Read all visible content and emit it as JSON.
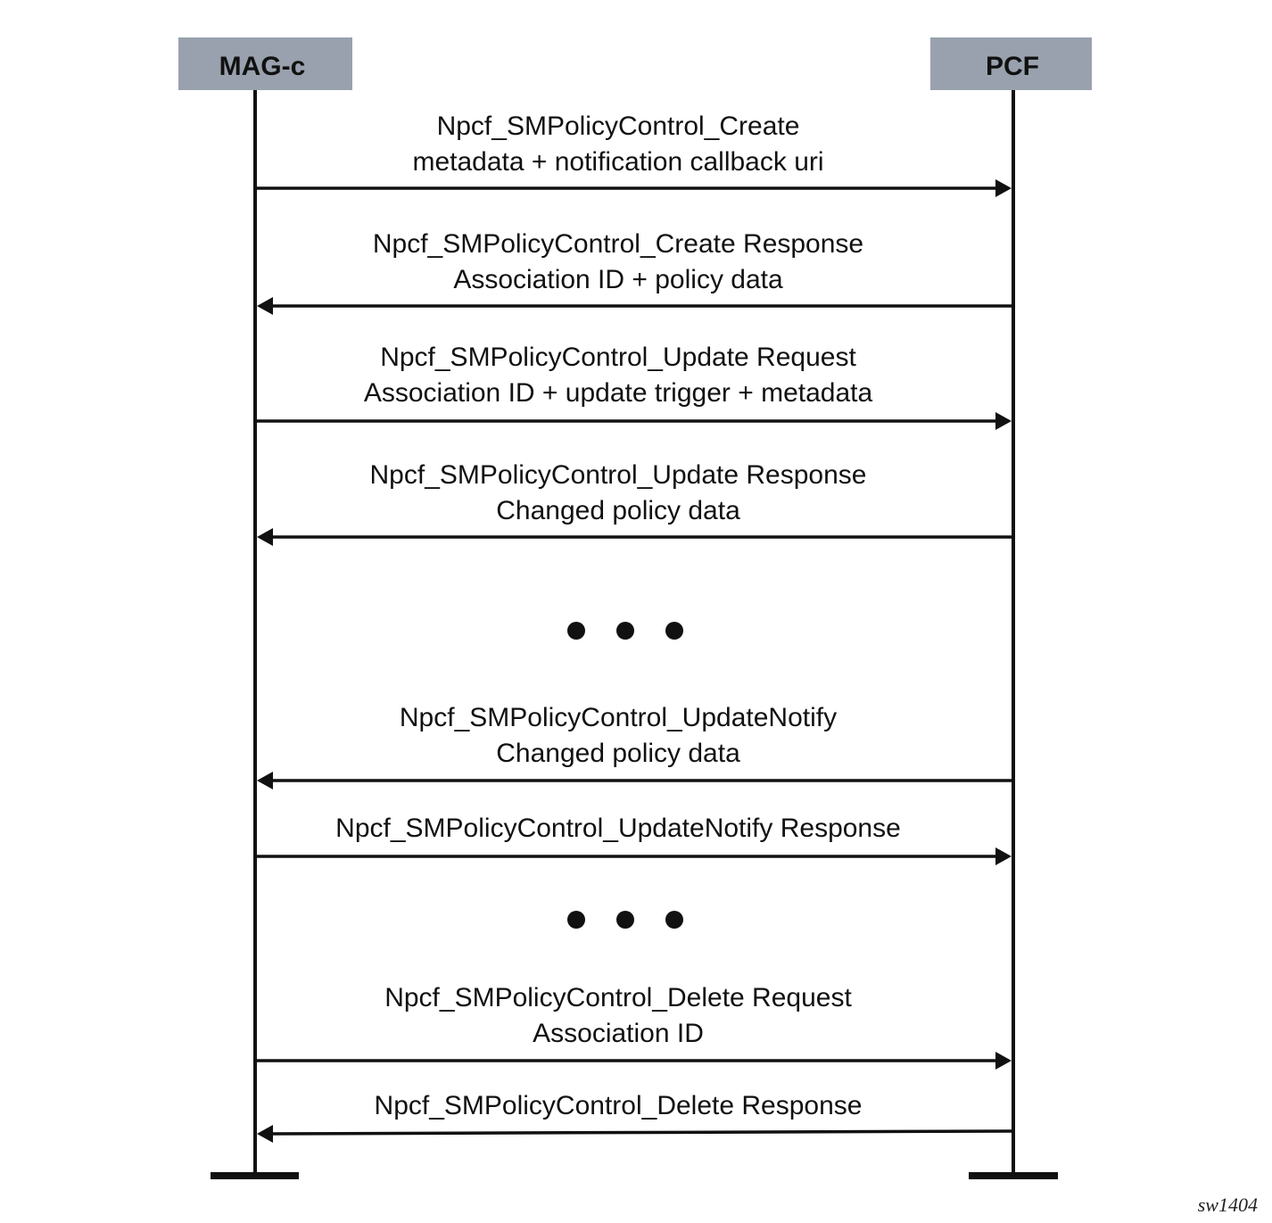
{
  "participants": {
    "left": {
      "name": "MAG-c"
    },
    "right": {
      "name": "PCF"
    }
  },
  "messages": [
    {
      "direction": "to-right",
      "lines": [
        "Npcf_SMPolicyControl_Create",
        "metadata + notification callback uri"
      ]
    },
    {
      "direction": "to-left",
      "lines": [
        "Npcf_SMPolicyControl_Create Response",
        "Association ID + policy data"
      ]
    },
    {
      "direction": "to-right",
      "lines": [
        "Npcf_SMPolicyControl_Update Request",
        "Association ID + update trigger + metadata"
      ]
    },
    {
      "direction": "to-left",
      "lines": [
        "Npcf_SMPolicyControl_Update Response",
        "Changed policy data"
      ]
    },
    {
      "direction": "to-left",
      "lines": [
        "Npcf_SMPolicyControl_UpdateNotify",
        "Changed policy data"
      ]
    },
    {
      "direction": "to-right",
      "lines": [
        "Npcf_SMPolicyControl_UpdateNotify Response"
      ]
    },
    {
      "direction": "to-right",
      "lines": [
        "Npcf_SMPolicyControl_Delete Request",
        "Association ID"
      ]
    },
    {
      "direction": "to-left",
      "lines": [
        "Npcf_SMPolicyControl_Delete Response"
      ]
    }
  ],
  "ellipsis_markers": 2,
  "figure_id": "sw1404",
  "colors": {
    "participant_fill": "#98a1ad",
    "line": "#111111"
  }
}
